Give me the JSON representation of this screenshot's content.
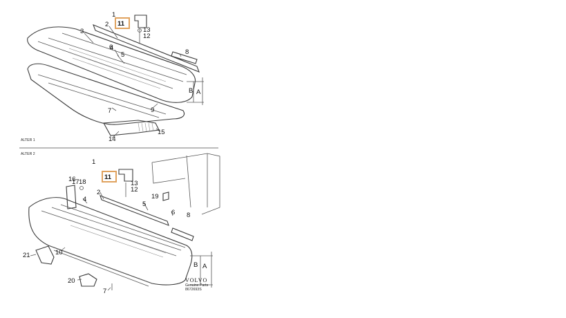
{
  "section1": {
    "title": "ALTER 1",
    "labels": [
      "1",
      "2",
      "3",
      "4",
      "5",
      "6",
      "7",
      "8",
      "9",
      "11",
      "12",
      "13",
      "14",
      "15",
      "A",
      "B"
    ],
    "highlight": "11"
  },
  "section2": {
    "title": "ALTER 2",
    "labels": [
      "1",
      "2",
      "4",
      "5",
      "6",
      "7",
      "8",
      "10",
      "11",
      "12",
      "13",
      "16",
      "17",
      "18",
      "19",
      "20",
      "21",
      "A",
      "B"
    ],
    "highlight": "11"
  },
  "brand": {
    "name": "VOLVO",
    "caption": "Genuine Parts",
    "ref": "8672693S"
  }
}
